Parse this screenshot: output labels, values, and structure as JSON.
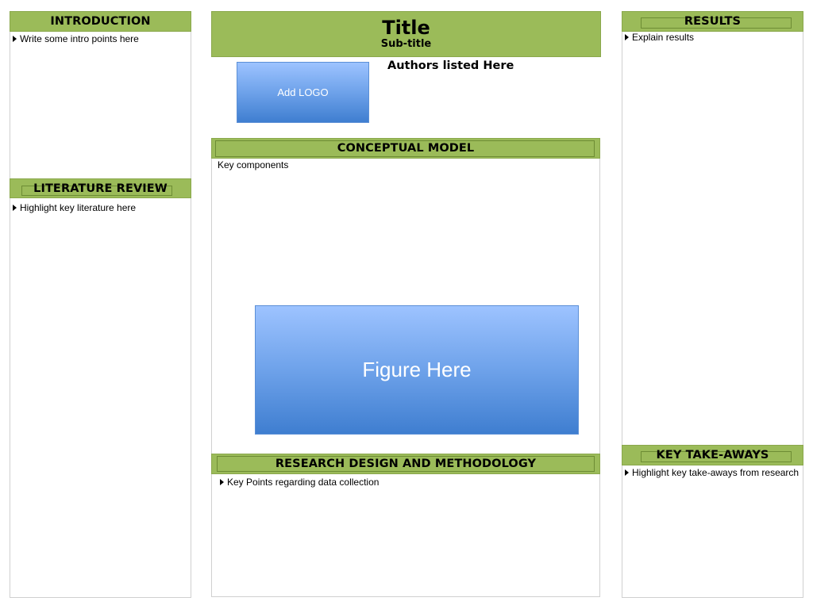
{
  "poster": {
    "title": "Title",
    "subtitle": "Sub-title",
    "authors": "Authors listed Here",
    "logo_placeholder": "Add LOGO",
    "figure_placeholder": "Figure Here"
  },
  "sections": {
    "introduction": {
      "heading": "INTRODUCTION",
      "bullet": "Write some intro points here"
    },
    "literature_review": {
      "heading": "LITERATURE REVIEW",
      "bullet": "Highlight key literature here"
    },
    "conceptual_model": {
      "heading": "CONCEPTUAL MODEL",
      "text": "Key components"
    },
    "research_design": {
      "heading": "RESEARCH DESIGN AND METHODOLOGY",
      "bullet": "Key Points regarding data collection"
    },
    "results": {
      "heading": "RESULTS",
      "bullet": "Explain results"
    },
    "key_takeaways": {
      "heading": "KEY TAKE-AWAYS",
      "bullet": "Highlight key take-aways from research"
    }
  },
  "colors": {
    "header_green": "#9bbb59",
    "placeholder_blue": "#4f8ad8",
    "panel_border": "#d0d0d0"
  },
  "icons": {
    "bullet": "triangle-right-icon"
  }
}
